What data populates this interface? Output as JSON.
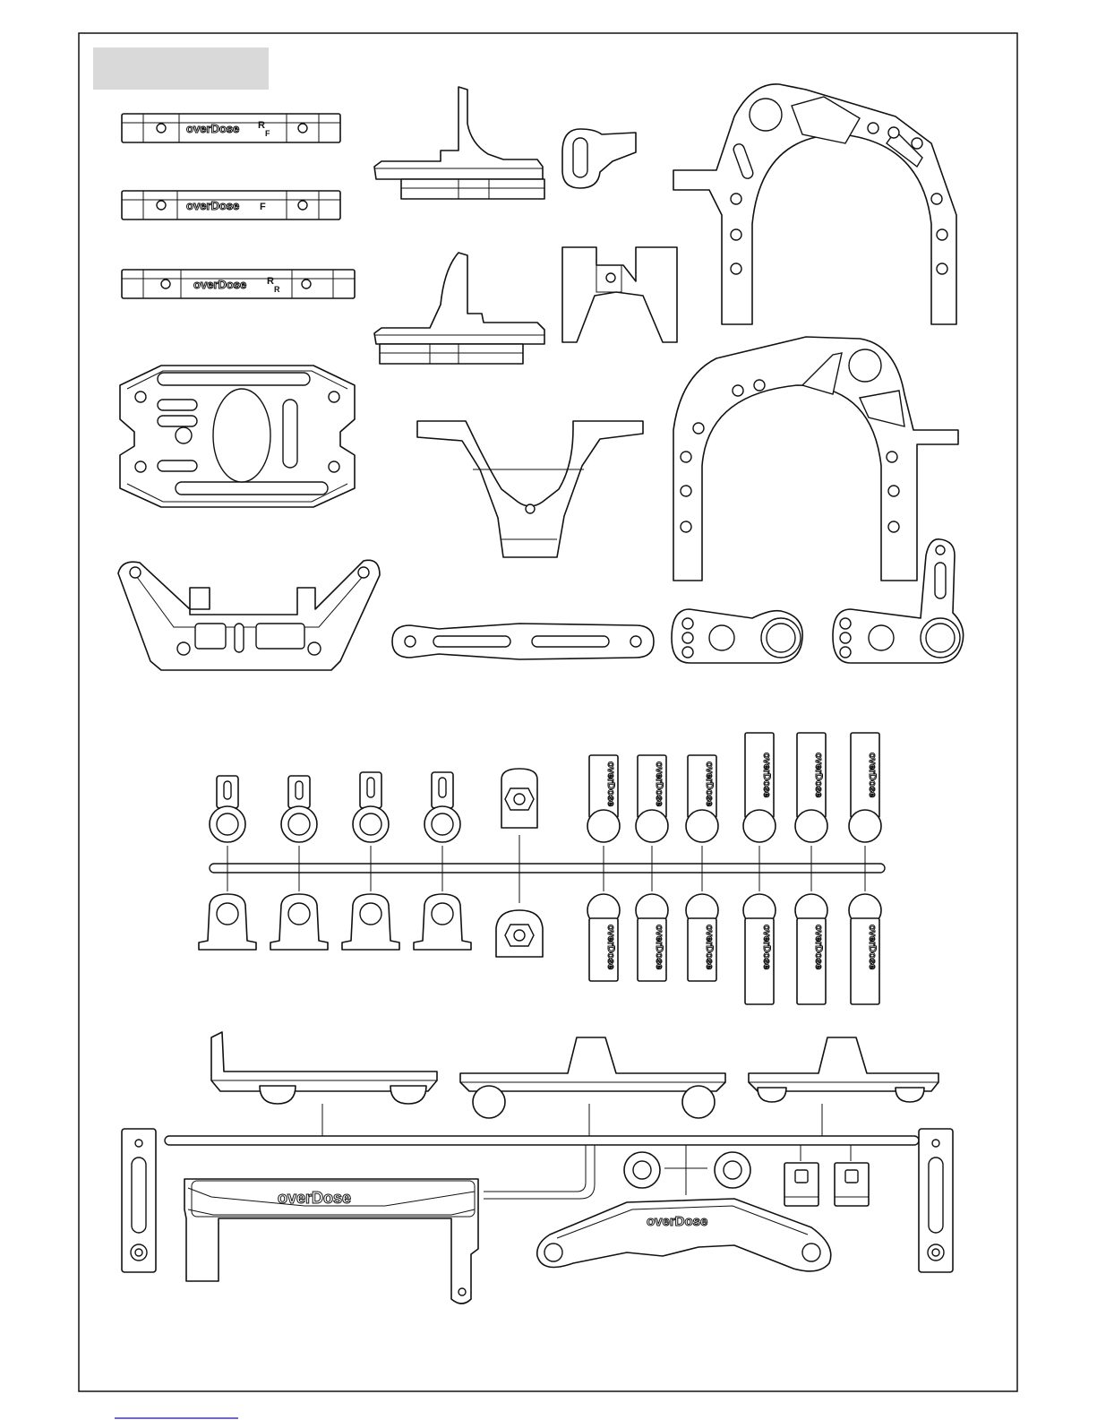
{
  "brand": "overDose",
  "spacer_labels": {
    "rf_main": "R",
    "rf_sub": "F",
    "f_main": "F",
    "rr_main": "R",
    "rr_sub": "R"
  },
  "colors": {
    "line": "#111111",
    "title_box": "#d9d9d9",
    "background": "#ffffff",
    "footer_link": "#1a0dab"
  }
}
